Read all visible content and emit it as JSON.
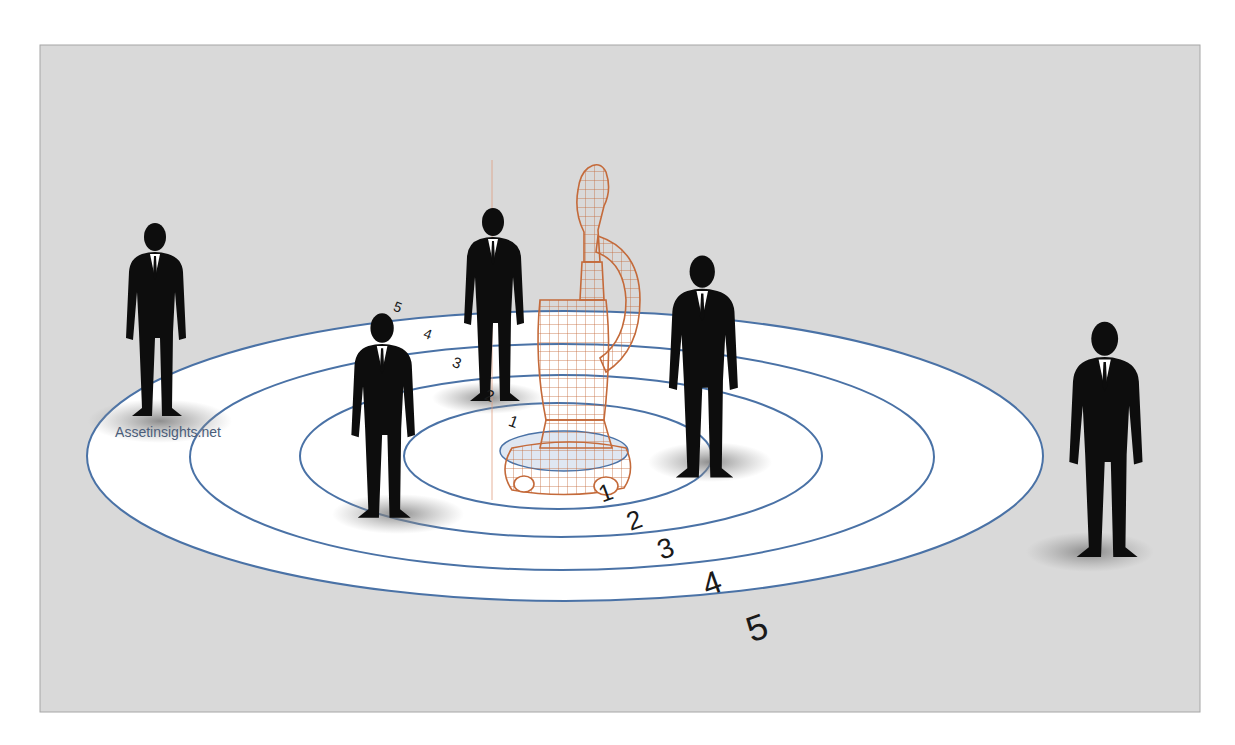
{
  "diagram": {
    "labels": [
      "5",
      "4",
      "3",
      "2",
      "1",
      "1",
      "2",
      "3",
      "4",
      "5",
      "Assetinsights.net"
    ]
  }
}
